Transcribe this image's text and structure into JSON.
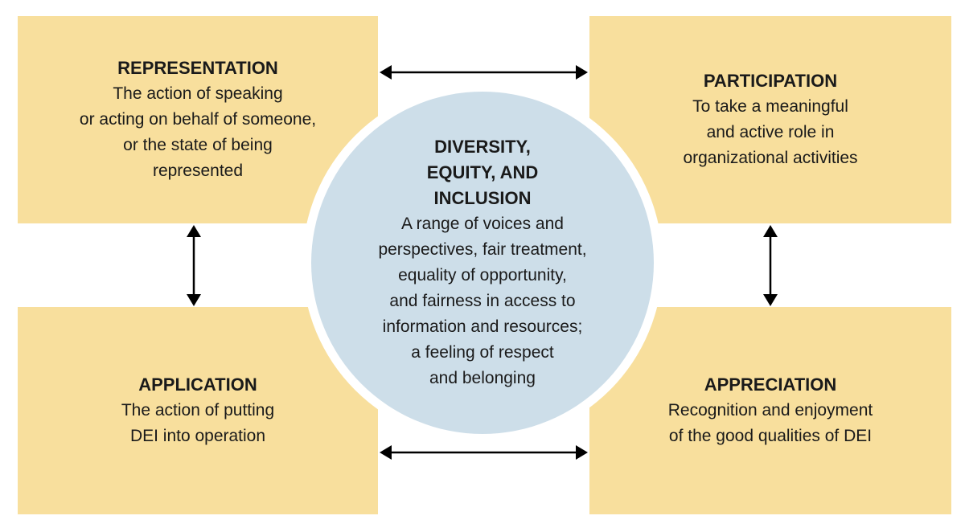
{
  "colors": {
    "box-bg": "#F8DF9D",
    "circle-bg": "#CDDEE9",
    "text": "#1A1A1A",
    "arrow": "#000000",
    "background": "#FFFFFF"
  },
  "center_circle": {
    "title_lines": [
      "DIVERSITY,",
      "EQUITY, AND",
      "INCLUSION"
    ],
    "body_lines": [
      "A range of voices and",
      "perspectives, fair treatment,",
      "equality of opportunity,",
      "and fairness in access to",
      "information and resources;",
      "a feeling of respect",
      "and belonging"
    ]
  },
  "boxes": [
    {
      "id": "representation",
      "position": "top-left",
      "title": "REPRESENTATION",
      "body_lines": [
        "The action of speaking",
        "or acting on behalf of someone,",
        "or the state of being",
        "represented"
      ]
    },
    {
      "id": "participation",
      "position": "top-right",
      "title": "PARTICIPATION",
      "body_lines": [
        "To take a meaningful",
        "and active role in",
        "organizational activities"
      ]
    },
    {
      "id": "application",
      "position": "bottom-left",
      "title": "APPLICATION",
      "body_lines": [
        "The action of putting",
        "DEI into operation"
      ]
    },
    {
      "id": "appreciation",
      "position": "bottom-right",
      "title": "APPRECIATION",
      "body_lines": [
        "Recognition and enjoyment",
        "of the good qualities of DEI"
      ]
    }
  ],
  "arrows": [
    {
      "id": "top-horizontal",
      "type": "double-arrow",
      "connects": [
        "REPRESENTATION",
        "PARTICIPATION"
      ]
    },
    {
      "id": "bottom-horizontal",
      "type": "double-arrow",
      "connects": [
        "APPLICATION",
        "APPRECIATION"
      ]
    },
    {
      "id": "left-vertical",
      "type": "double-arrow",
      "connects": [
        "REPRESENTATION",
        "APPLICATION"
      ]
    },
    {
      "id": "right-vertical",
      "type": "double-arrow",
      "connects": [
        "PARTICIPATION",
        "APPRECIATION"
      ]
    }
  ]
}
